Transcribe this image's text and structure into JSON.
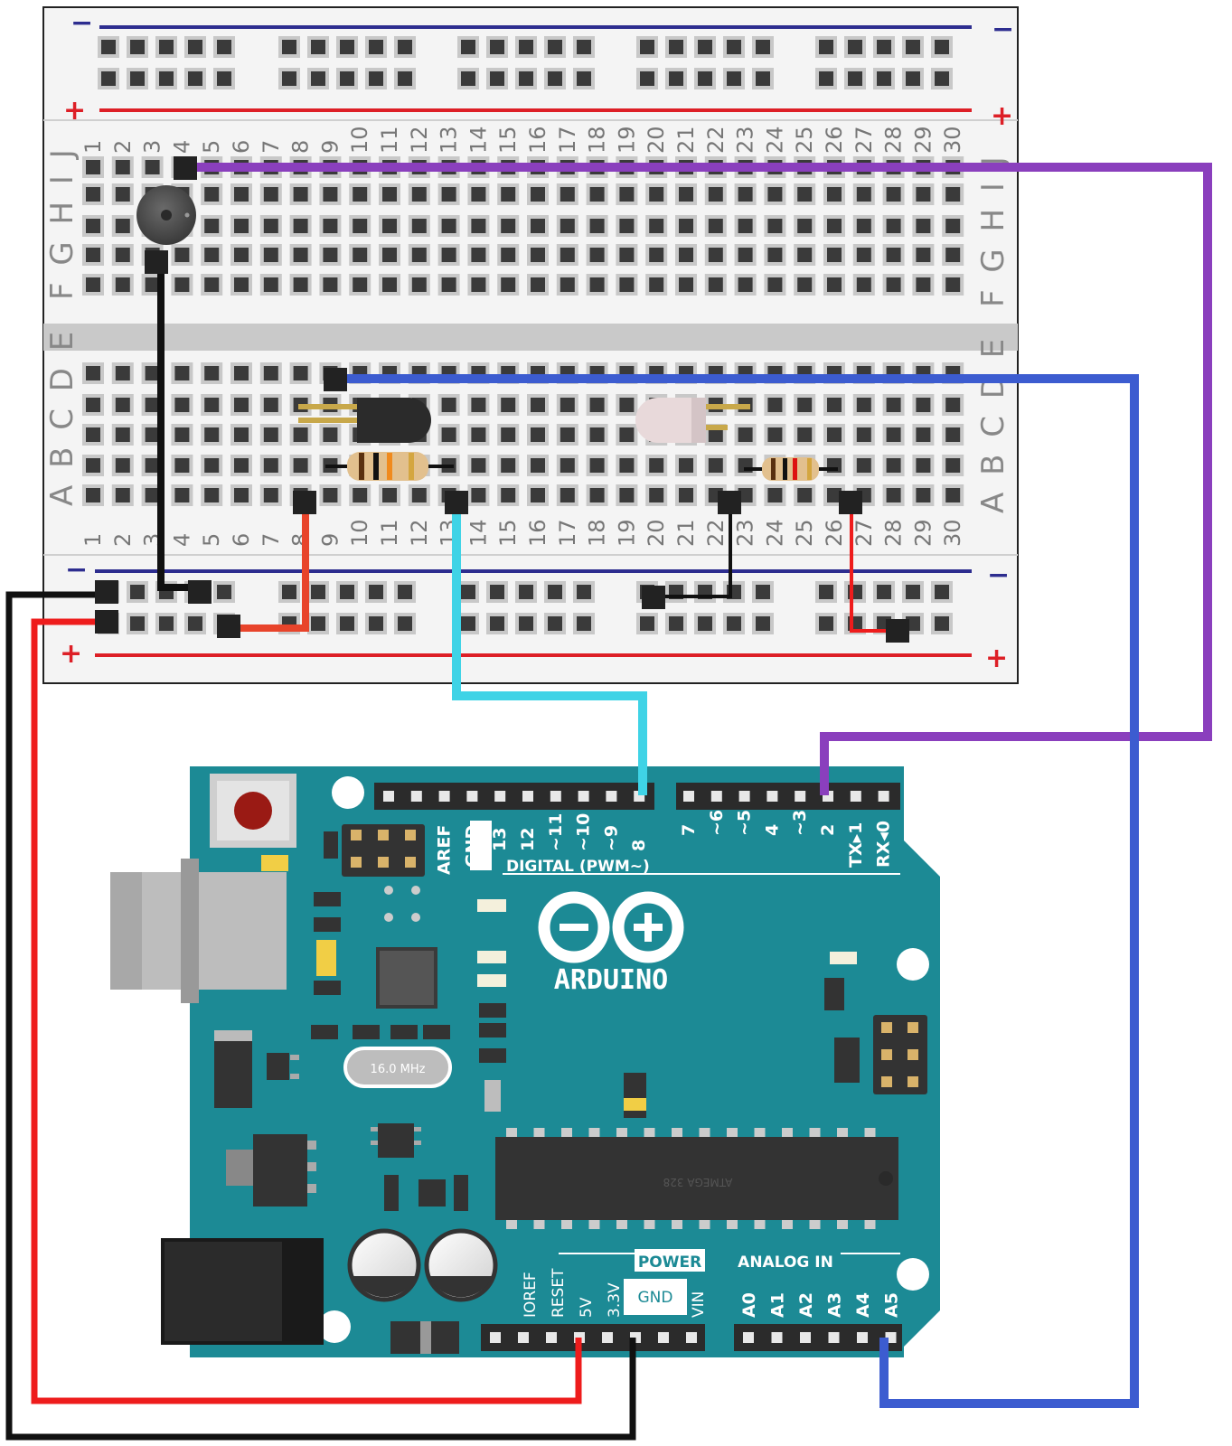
{
  "breadboard": {
    "columns": [
      "1",
      "2",
      "3",
      "4",
      "5",
      "6",
      "7",
      "8",
      "9",
      "10",
      "11",
      "12",
      "13",
      "14",
      "15",
      "16",
      "17",
      "18",
      "19",
      "20",
      "21",
      "22",
      "23",
      "24",
      "25",
      "26",
      "27",
      "28",
      "29",
      "30"
    ],
    "top_rows_label": "F G H I J",
    "bottom_rows_label": "A B C D E",
    "rail_minus": "−",
    "rail_plus": "+"
  },
  "arduino": {
    "logo_text": "ARDUINO",
    "crystal": "16.0 MHz",
    "chip": "ATMEGA 328",
    "digital_header_label": "DIGITAL (PWM~)",
    "digital_pins_left": [
      "AREF",
      "GND",
      "13",
      "12",
      "~11",
      "~10",
      "~9",
      "8"
    ],
    "digital_pins_right": [
      "7",
      "~6",
      "~5",
      "4",
      "~3",
      "2",
      "TX▸1",
      "RX◂0"
    ],
    "power_label": "POWER",
    "analog_label": "ANALOG IN",
    "power_pins": [
      "IOREF",
      "RESET",
      "5V",
      "3.3V",
      "GND",
      "VIN"
    ],
    "analog_pins": [
      "A0",
      "A1",
      "A2",
      "A3",
      "A4",
      "A5"
    ]
  },
  "colors": {
    "board": "#1c8a95",
    "board_dark": "#146c75",
    "wire_purple": "#8a3fbd",
    "wire_blue": "#3c5cd0",
    "wire_cyan": "#3fd3e6",
    "wire_red": "#ee1c1c",
    "wire_black": "#111111",
    "wire_orange": "#e8442b",
    "rail_blue": "#2d2d8f",
    "rail_red": "#dd1f26"
  }
}
